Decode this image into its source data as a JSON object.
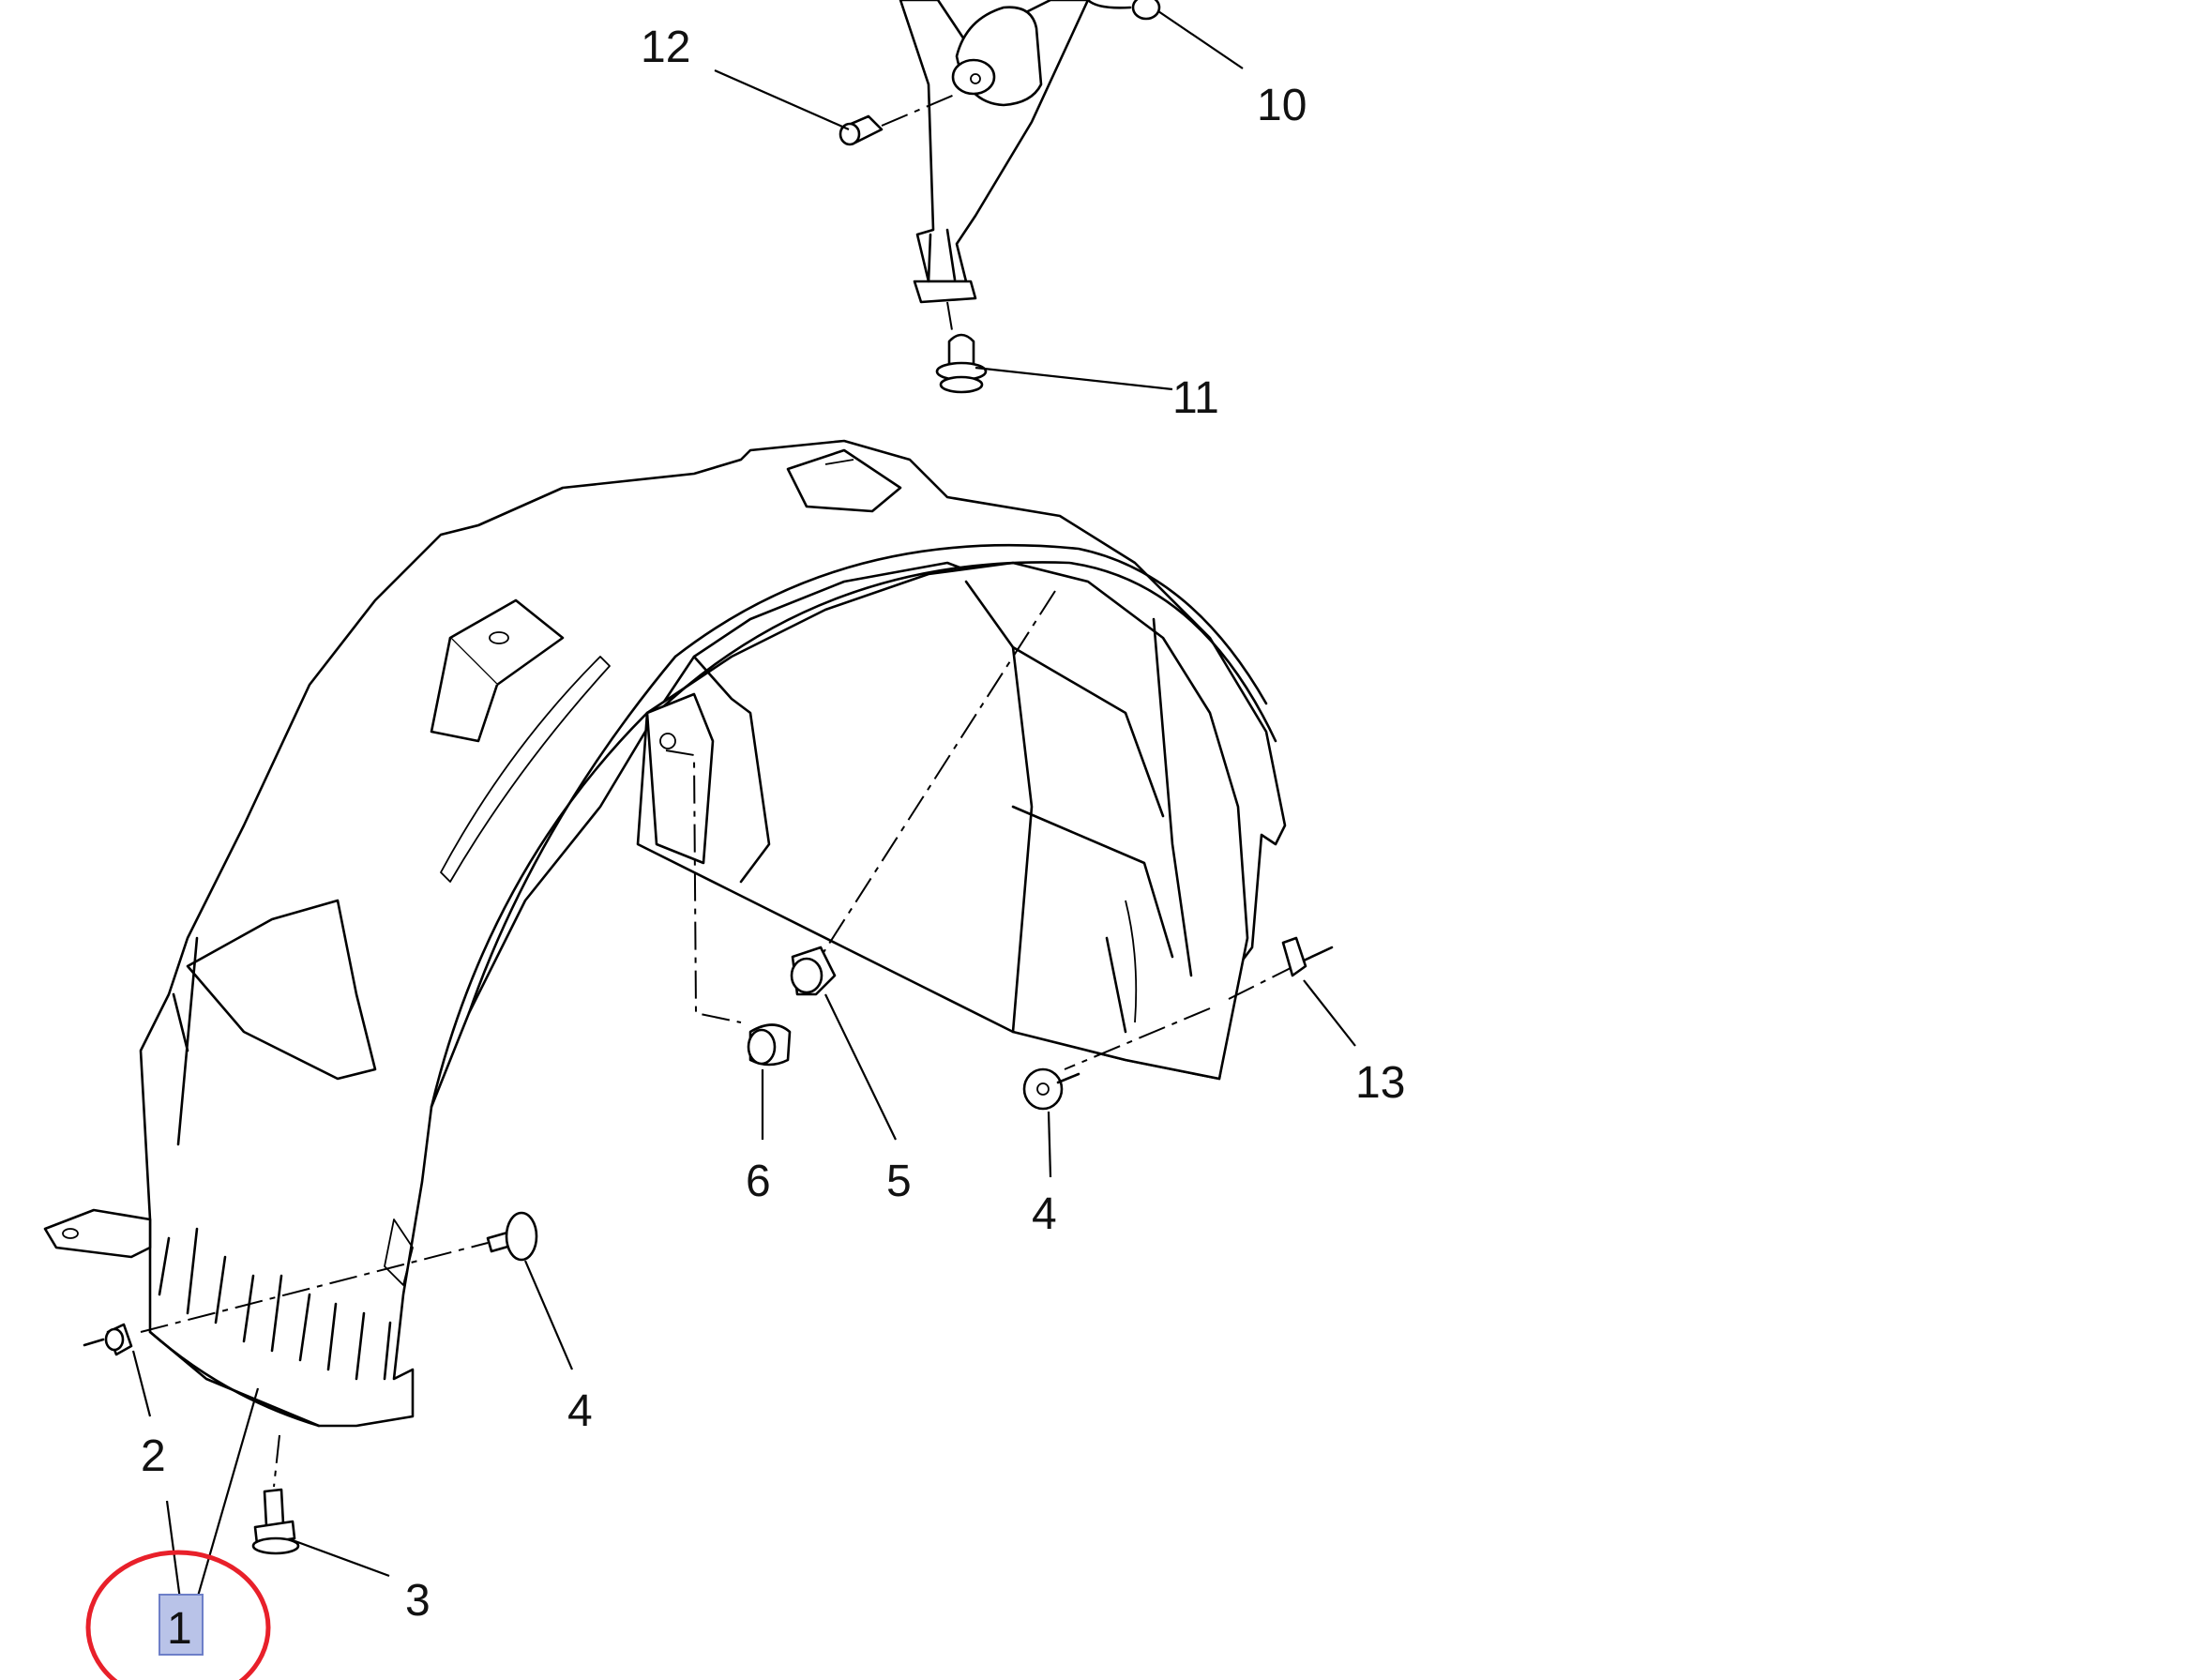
{
  "callouts": [
    {
      "id": "c12",
      "label": "12"
    },
    {
      "id": "c10",
      "label": "10"
    },
    {
      "id": "c11",
      "label": "11"
    },
    {
      "id": "c13",
      "label": "13"
    },
    {
      "id": "c6",
      "label": "6"
    },
    {
      "id": "c5",
      "label": "5"
    },
    {
      "id": "c4a",
      "label": "4"
    },
    {
      "id": "c4b",
      "label": "4"
    },
    {
      "id": "c2",
      "label": "2"
    },
    {
      "id": "c3",
      "label": "3"
    },
    {
      "id": "c1",
      "label": "1"
    }
  ],
  "highlight": {
    "circle_color": "#e8202a",
    "box_fill": "#b9c3e8",
    "box_stroke": "#6d7fc8"
  }
}
